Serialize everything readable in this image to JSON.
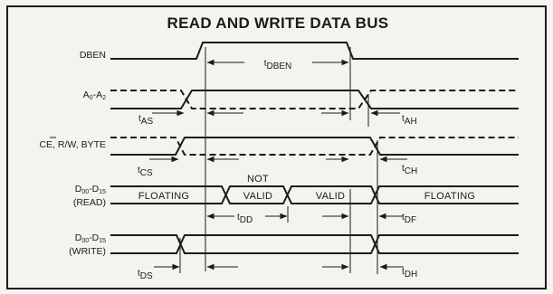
{
  "title": "READ AND WRITE DATA BUS",
  "signals": {
    "dben": "DBEN",
    "addr": {
      "main": "A",
      "s1": "0",
      "mid": "-A",
      "s2": "2"
    },
    "ctrl": {
      "a": "CE, ",
      "bar": "R",
      "b": "/W, BYTE"
    },
    "dread": {
      "main": "D",
      "sub": "00",
      "mid": "-D",
      "sub2": "15",
      "second": "(READ)"
    },
    "dwrite": {
      "main": "D",
      "sub": "00",
      "mid": "-D",
      "sub2": "15",
      "second": "(WRITE)"
    }
  },
  "states": {
    "floating_left": "FLOATING",
    "not": "NOT",
    "not_valid": "VALID",
    "valid": "VALID",
    "floating_right": "FLOATING"
  },
  "timing": {
    "dben": {
      "t": "t",
      "s": "DBEN"
    },
    "as": {
      "t": "t",
      "s": "AS"
    },
    "ah": {
      "t": "t",
      "s": "AH"
    },
    "cs": {
      "t": "t",
      "s": "CS"
    },
    "ch": {
      "t": "t",
      "s": "CH"
    },
    "dd": {
      "t": "t",
      "s": "DD"
    },
    "df": {
      "t": "t",
      "s": "DF"
    },
    "ds": {
      "t": "t",
      "s": "DS"
    },
    "dh": {
      "t": "t",
      "s": "DH"
    }
  }
}
